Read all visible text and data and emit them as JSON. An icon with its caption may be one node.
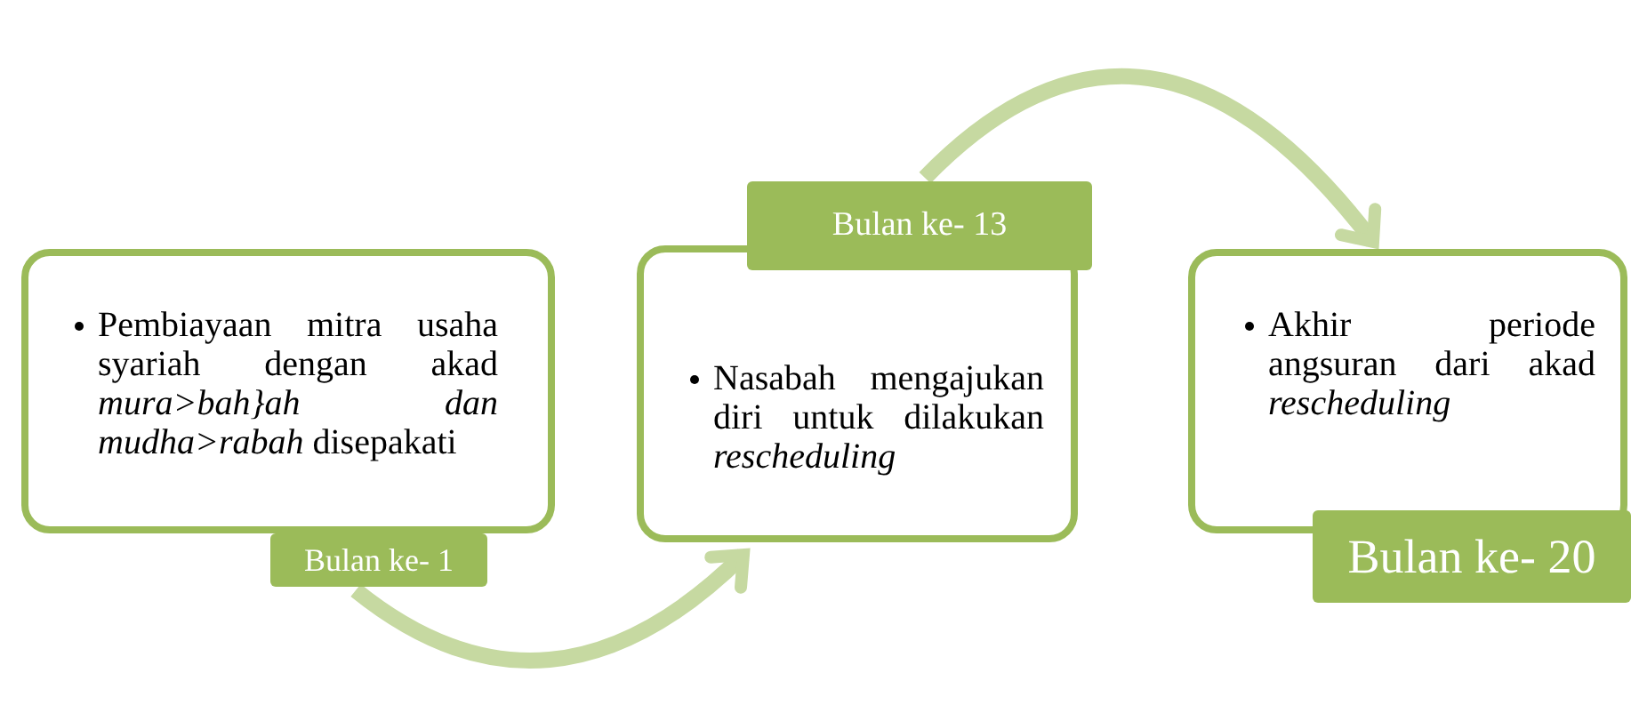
{
  "diagram": {
    "nodes": [
      {
        "text": [
          "Pembiayaan mitra usaha syariah dengan akad *mura>bah}ah dan mudha>rabah* disepakati"
        ]
      },
      {
        "text": [
          "Bulan ke- 1"
        ]
      },
      {
        "text": [
          "Nasabah mengajukan diri untuk dilakukan *rescheduling*"
        ]
      },
      {
        "text": [
          "Bulan ke- 13"
        ]
      },
      {
        "text": [
          "Akhir periode angsuran dari akad *rescheduling*"
        ]
      },
      {
        "text": [
          "Bulan ke- 20"
        ]
      }
    ],
    "edges": [
      {
        "from": 1,
        "to": 2,
        "arrow": "to"
      },
      {
        "from": 3,
        "to": 4,
        "arrow": "to"
      }
    ]
  }
}
